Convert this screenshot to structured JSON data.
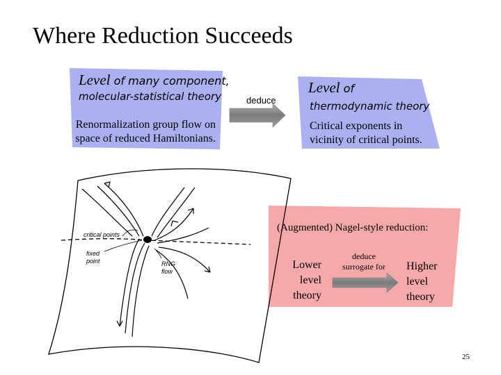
{
  "slide": {
    "title": "Where Reduction Succeeds",
    "page_number": "25"
  },
  "left_box": {
    "level_word": "Level",
    "line1_rest": " of many component,",
    "line2": "molecular-statistical theory",
    "desc_line1": "Renormalization group flow on",
    "desc_line2": "space of reduced Hamiltonians."
  },
  "top_arrow": {
    "label": "deduce"
  },
  "right_box": {
    "level_word": "Level",
    "line1_rest": " of",
    "line2": "thermodynamic theory",
    "desc_line1": "Critical exponents in",
    "desc_line2": "vicinity of critical points."
  },
  "figure": {
    "label_critical_points": "critical points",
    "label_fixed_point_1": "fixed",
    "label_fixed_point_2": "point",
    "label_rng_1": "RNG",
    "label_rng_2": "flow"
  },
  "nagel_box": {
    "title": "(Augmented) Nagel-style reduction:",
    "lower_1": "Lower",
    "lower_2": "level",
    "lower_3": "theory",
    "arrow_1": "deduce",
    "arrow_2": "surrogate for",
    "higher_1": "Higher",
    "higher_2": "level",
    "higher_3": "theory"
  },
  "colors": {
    "blue_box": "#aab0f0",
    "pink_box": "#f7a9a9",
    "arrow_fill": "#8a8a8a"
  }
}
